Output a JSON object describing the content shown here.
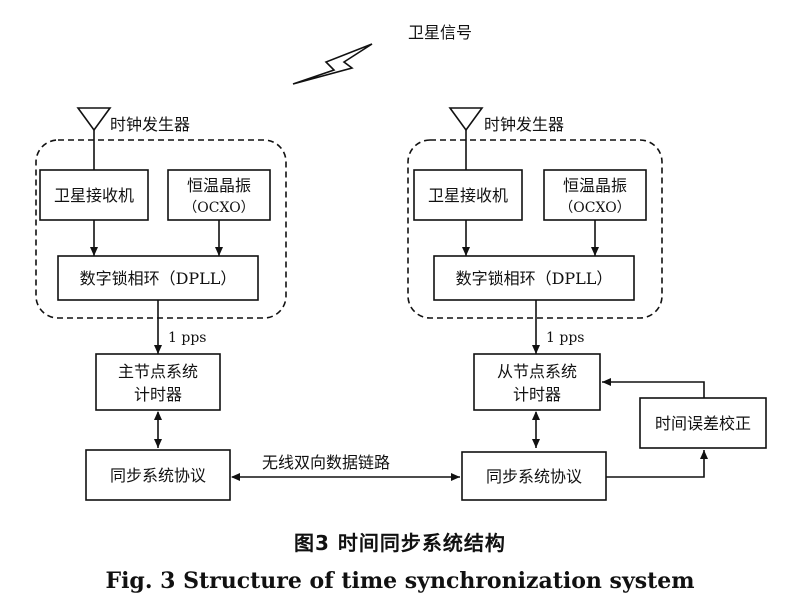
{
  "satellite_signal": "卫星信号",
  "left": {
    "clock_gen": "时钟发生器",
    "receiver": "卫星接收机",
    "ocxo_1": "恒温晶振",
    "ocxo_2": "（OCXO）",
    "dpll": "数字锁相环（DPLL）",
    "pps": "1 pps",
    "timer_1": "主节点系统",
    "timer_2": "计时器",
    "protocol": "同步系统协议"
  },
  "right": {
    "clock_gen": "时钟发生器",
    "receiver": "卫星接收机",
    "ocxo_1": "恒温晶振",
    "ocxo_2": "（OCXO）",
    "dpll": "数字锁相环（DPLL）",
    "pps": "1 pps",
    "timer_1": "从节点系统",
    "timer_2": "计时器",
    "protocol": "同步系统协议",
    "correction": "时间误差校正"
  },
  "link_label": "无线双向数据链路",
  "caption_cn": "图3  时间同步系统结构",
  "caption_en": "Fig. 3  Structure of time synchronization system"
}
